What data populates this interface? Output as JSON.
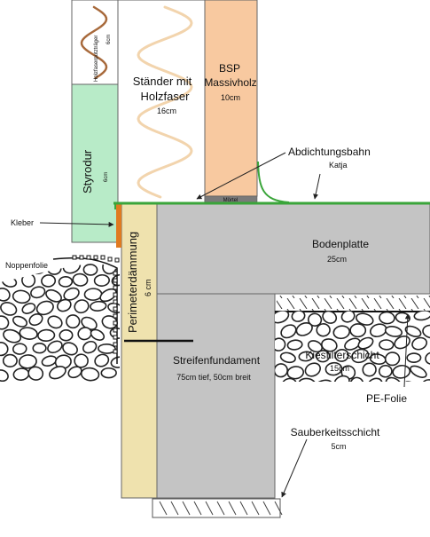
{
  "layers": {
    "holzfaser_putztraeger": {
      "name": "Holzfaserputzträger",
      "thickness": "6cm"
    },
    "staender": {
      "name_line1": "Ständer mit",
      "name_line2": "Holzfaser",
      "thickness": "16cm"
    },
    "bsp": {
      "name_line1": "BSP",
      "name_line2": "Massivholz",
      "thickness": "10cm"
    },
    "moertel": {
      "name": "Mörtel"
    },
    "styrodur": {
      "name": "Styrodur",
      "thickness": "6cm"
    },
    "bodenplatte": {
      "name": "Bodenplatte",
      "thickness": "25cm"
    },
    "perimeterdaemmung": {
      "name": "Perimeterdämmung",
      "thickness": "6 cm"
    },
    "streifenfundament": {
      "name": "Streifenfundament",
      "dimensions": "75cm tief, 50cm breit"
    },
    "kiesfilterschicht": {
      "name": "Kiesfilterschicht",
      "thickness": "15cm"
    },
    "sauberkeitsschicht": {
      "name": "Sauberkeitsschicht",
      "thickness": "5cm"
    }
  },
  "annotations": {
    "abdichtungsbahn": {
      "name": "Abdichtungsbahn",
      "product": "Katja"
    },
    "kleber": "Kleber",
    "noppenfolie": "Noppenfolie",
    "pe_folie": "PE-Folie"
  },
  "colors": {
    "styrodur": "#b8ebc8",
    "bsp": "#f8c9a0",
    "perimeter": "#efe2ae",
    "concrete": "#c4c4c4",
    "membrane": "#3aa53a",
    "kleber": "#e07a20",
    "fibre": "#f2d4ad",
    "fibre_putz": "#a86a3c"
  }
}
